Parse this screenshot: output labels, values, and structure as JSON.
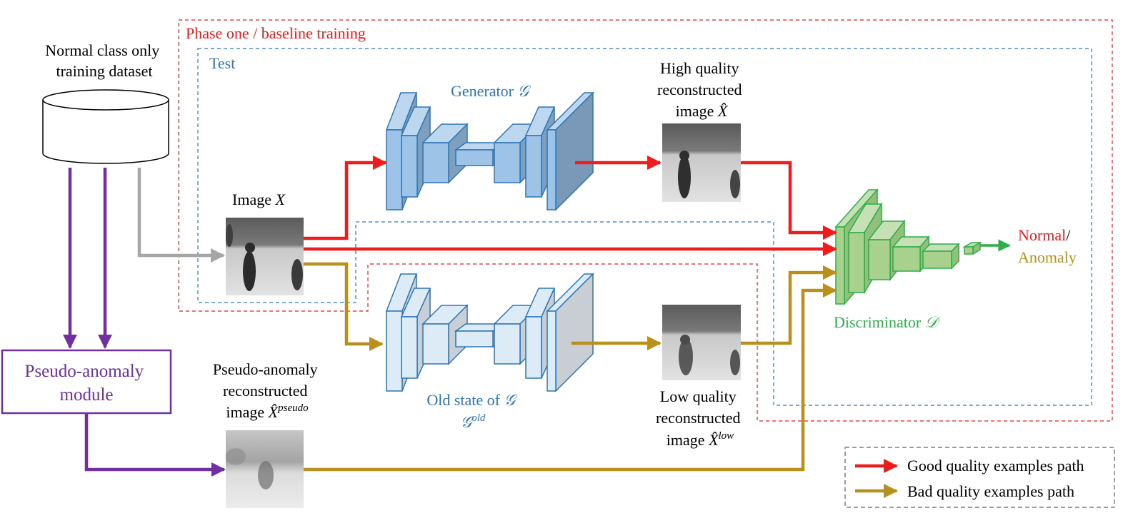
{
  "phase_label": "Phase one / baseline training",
  "test_label": "Test",
  "dataset": {
    "line1": "Normal class only",
    "line2": "training dataset"
  },
  "pseudo_module": {
    "line1": "Pseudo-anomaly",
    "line2": "module"
  },
  "image_x": {
    "text": "Image ",
    "sym": "X"
  },
  "generator": {
    "text": "Generator ",
    "sym": "𝒢"
  },
  "high_quality": {
    "line1": "High quality",
    "line2": "reconstructed",
    "line3": "image ",
    "sym": "X̂"
  },
  "old_state": {
    "line1": "Old state of ",
    "sym1": "𝒢",
    "sym2": "𝒢",
    "sup": "old"
  },
  "low_quality": {
    "line1": "Low quality",
    "line2": "reconstructed",
    "line3": "image ",
    "sym": "X̂",
    "sup": "low"
  },
  "pseudo_recon": {
    "line1": "Pseudo-anomaly",
    "line2": "reconstructed",
    "line3": "image ",
    "sym": "X̂",
    "sup": "pseudo"
  },
  "discriminator": {
    "text": "Discriminator ",
    "sym": "𝒟"
  },
  "output": {
    "normal": "Normal",
    "slash": "/",
    "anomaly": "Anomaly"
  },
  "legend": {
    "good": "Good quality examples path",
    "bad": "Bad quality examples path"
  },
  "colors": {
    "good_path": "#ee1c1c",
    "bad_path": "#b8901e",
    "dataset_path": "#a6a6a6",
    "pseudo_path": "#7030a0",
    "generator": "#2e75b6",
    "discriminator": "#2dae48"
  }
}
